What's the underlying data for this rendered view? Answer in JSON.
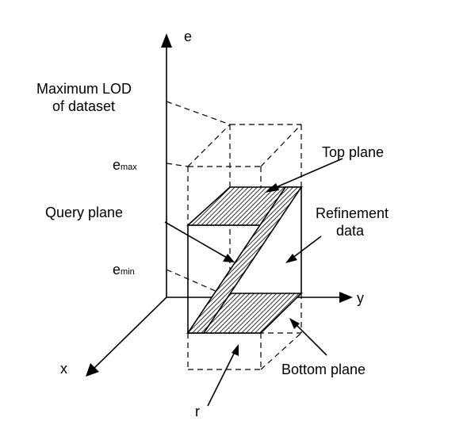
{
  "axes": {
    "e": "e",
    "y": "y",
    "x": "x"
  },
  "labels": {
    "max_lod": [
      "Maximum LOD",
      "of dataset"
    ],
    "e_max": {
      "base": "e",
      "sub": "max"
    },
    "e_min": {
      "base": "e",
      "sub": "min"
    },
    "top_plane": "Top plane",
    "query_plane": "Query plane",
    "refinement": [
      "Refinement",
      "data"
    ],
    "bottom_plane": "Bottom plane",
    "r": "r"
  }
}
